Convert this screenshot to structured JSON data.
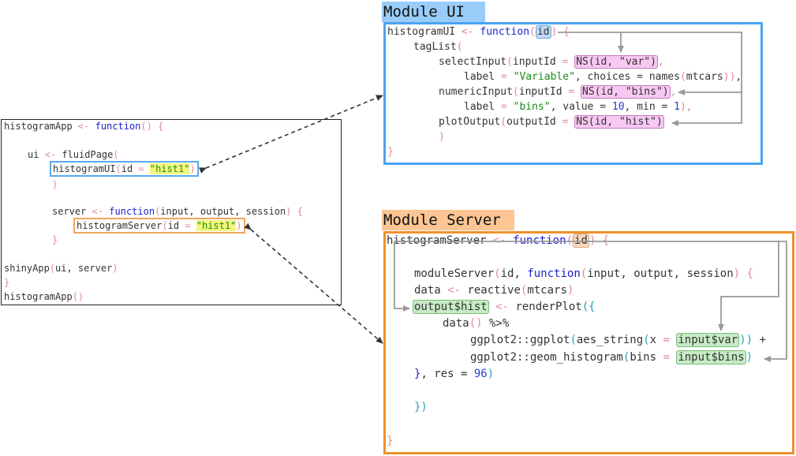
{
  "titles": {
    "module_ui": "Module UI",
    "module_server": "Module Server"
  },
  "app": {
    "l1": [
      "histogramApp",
      " <- ",
      "function",
      "()",
      " {"
    ],
    "l2": [
      "ui",
      " <- ",
      "fluidPage",
      "("
    ],
    "l3": [
      "histogramUI",
      "(",
      "id",
      " = ",
      "\"hist1\"",
      ")"
    ],
    "l4": ")",
    "l5": [
      "server",
      " <- ",
      "function",
      "(",
      "input, output, session",
      ")",
      " {"
    ],
    "l6": [
      "histogramServer",
      "(",
      "id",
      " = ",
      "\"hist1\"",
      ")"
    ],
    "l7": "}",
    "l8": [
      "shinyApp",
      "(",
      "ui, server",
      ")"
    ],
    "l9": "}",
    "l10": [
      "histogramApp",
      "()"
    ]
  },
  "ui": {
    "l1": [
      "histogramUI",
      " <- ",
      "function",
      "(",
      "id",
      ")",
      " {"
    ],
    "l2": [
      "tagList",
      "("
    ],
    "l3": [
      "selectInput",
      "(",
      "inputId",
      " = ",
      "NS",
      "(",
      "id, ",
      "\"var\"",
      ")",
      ","
    ],
    "l4": [
      "label",
      " = ",
      "\"Variable\"",
      ", choices = ",
      "names",
      "(",
      "mtcars",
      "))",
      ","
    ],
    "l5": [
      "numericInput",
      "(",
      "inputId",
      " = ",
      "NS",
      "(",
      "id, ",
      "\"bins\"",
      ")",
      ","
    ],
    "l6": [
      "label",
      " = ",
      "\"bins\"",
      ", value = ",
      "10",
      ", min = ",
      "1",
      "),"
    ],
    "l7": [
      "plotOutput",
      "(",
      "outputId",
      " = ",
      "NS",
      "(",
      "id, ",
      "\"hist\"",
      ")"
    ],
    "l8": ")",
    "l9": "}"
  },
  "srv": {
    "l1": [
      "histogramServer",
      " <- ",
      "function",
      "(",
      "id",
      ")",
      " {"
    ],
    "l2": [
      "moduleServer",
      "(",
      "id, ",
      "function",
      "(",
      "input, output, session",
      ")",
      " {"
    ],
    "l3": [
      "data",
      " <- ",
      "reactive",
      "(",
      "mtcars",
      ")"
    ],
    "l4": [
      "output$hist",
      " <- ",
      "renderPlot",
      "({"
    ],
    "l5": [
      "data",
      "()",
      " %>%"
    ],
    "l6": [
      "ggplot2::ggplot",
      "(",
      "aes_string",
      "(",
      "x",
      " = ",
      "input$var",
      "))",
      " +"
    ],
    "l7": [
      "ggplot2::geom_histogram",
      "(",
      "bins",
      " = ",
      "input$bins",
      ")"
    ],
    "l8": [
      "}",
      ", res = ",
      "96",
      ")"
    ],
    "l9": "})",
    "l10": "}"
  }
}
